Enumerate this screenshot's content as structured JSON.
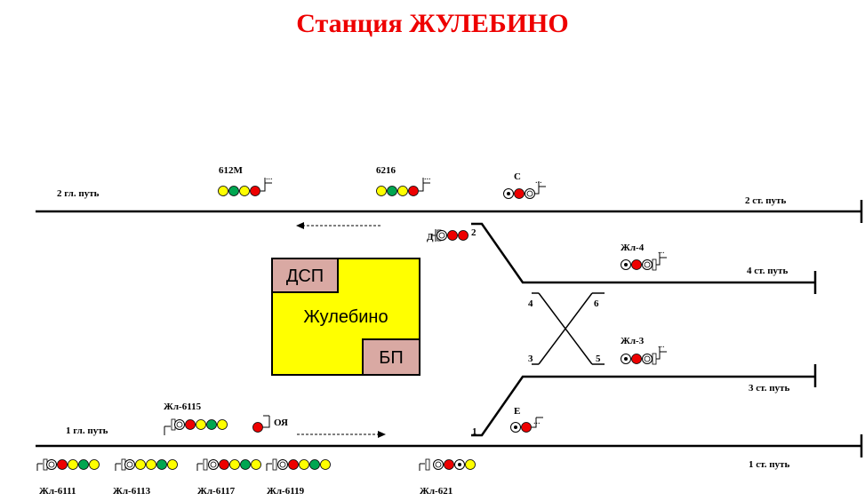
{
  "title": "Станция ЖУЛЕБИНО",
  "tracks": {
    "main2": "2 гл. путь",
    "st2": "2 ст. путь",
    "st4": "4 ст. путь",
    "st3": "3 ст. путь",
    "main1": "1 гл. путь",
    "st1": "1 ст. путь"
  },
  "switches": [
    "1",
    "2",
    "3",
    "4",
    "5",
    "6"
  ],
  "building": {
    "name": "Жулебино",
    "dsp": "ДСП",
    "bp": "БП"
  },
  "signals": {
    "s612m": "612М",
    "s6216": "6216",
    "sC": "С",
    "sD": "Д",
    "zh4": "Жл-4",
    "zh3": "Жл-3",
    "zh6115": "Жл-6115",
    "oya": "ОЯ",
    "sE": "Е",
    "zh6111": "Жл-6111",
    "zh6113": "Жл-6113",
    "zh6117": "Жл-6117",
    "zh6119": "Жл-6119",
    "zh621": "Жл-621"
  },
  "colors": {
    "title": "#ee0000",
    "red": "#ee0000",
    "yellow": "#ffff00",
    "green": "#00a651",
    "building": "#ffff00",
    "room": "#d9a9a3"
  }
}
